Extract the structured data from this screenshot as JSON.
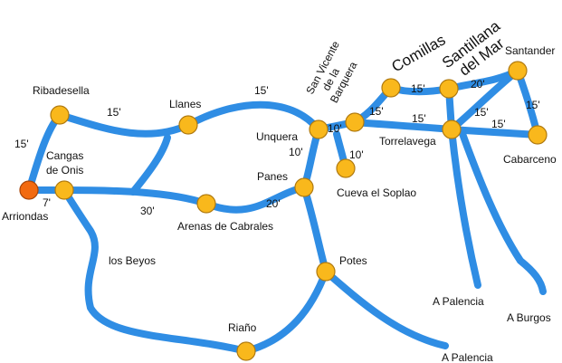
{
  "colors": {
    "road": "#2f8de4",
    "town": "#f9b81c",
    "origin_town": "#f26a10",
    "text": "#111111"
  },
  "towns": {
    "ribadesella": "Ribadesella",
    "arriondas": "Arriondas",
    "cangas_l1": "Cangas",
    "cangas_l2": "de Onis",
    "llanes": "Llanes",
    "panes": "Panes",
    "arenas": "Arenas de Cabrales",
    "unquera": "Unquera",
    "san_vicente_l1": "San Vicente",
    "san_vicente_l2": "de la",
    "san_vicente_l3": "Barquera",
    "cueva": "Cueva el Soplao",
    "comillas": "Comillas",
    "santillana_l1": "Santillana",
    "santillana_l2": "del Mar",
    "santander": "Santander",
    "torrelavega": "Torrelavega",
    "cabarceno": "Cabarceno",
    "potes": "Potes",
    "riano": "Riaño",
    "los_beyos": "los Beyos",
    "palencia_1": "A Palencia",
    "palencia_2": "A Palencia",
    "burgos": "A Burgos"
  },
  "travel_times": {
    "ribadesella_arriondas": "15'",
    "ribadesella_llanes": "15'",
    "llanes_unquera": "15'",
    "arriondas_cangas": "7'",
    "cangas_panes": "30'",
    "arenas_panes": "20'",
    "panes_unquera": "10'",
    "unquera_sanvicente": "10'",
    "sanvicente_cueva": "10'",
    "sanvicente_comillas": "15'",
    "comillas_santillana": "15'",
    "santillana_santander": "20'",
    "sanvicente_torrelavega": "15'",
    "torrelavega_santander": "15'",
    "torrelavega_cabarceno": "15'",
    "santander_cabarceno": "15'"
  }
}
